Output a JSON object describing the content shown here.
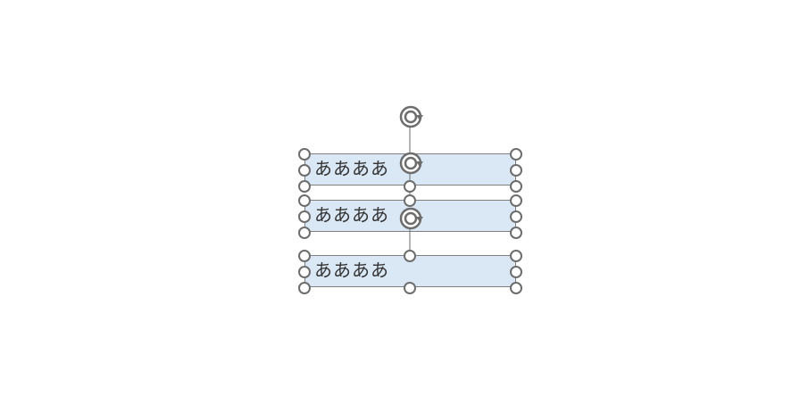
{
  "textboxes": [
    {
      "text": "ああああ"
    },
    {
      "text": "ああああ"
    },
    {
      "text": "ああああ"
    }
  ],
  "colors": {
    "fill": "#dae8f6",
    "border": "#7f7f7f",
    "handle_stroke": "#6d6d6d",
    "handle_fill": "#ffffff",
    "text": "#333333"
  },
  "icons": {
    "resize_handle": "circle-handle-icon",
    "rotate_handle": "rotate-handle-icon"
  }
}
